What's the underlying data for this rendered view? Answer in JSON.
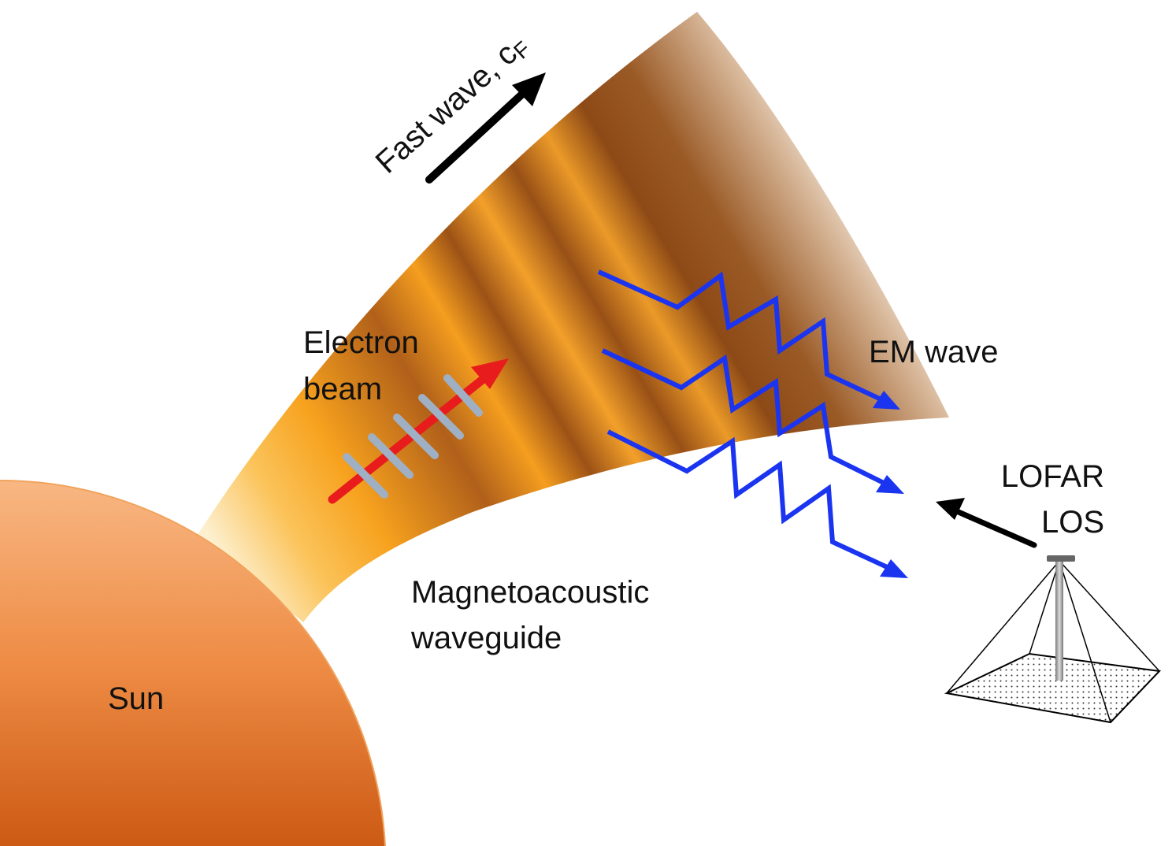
{
  "labels": {
    "fast_wave": "Fast wave, c",
    "fast_wave_sub": "F",
    "electron_beam_line1": "Electron",
    "electron_beam_line2": "beam",
    "em_wave": "EM wave",
    "lofar_line1": "LOFAR",
    "lofar_line2": "LOS",
    "waveguide_line1": "Magnetoacoustic",
    "waveguide_line2": "waveguide",
    "sun": "Sun"
  },
  "colors": {
    "sun_top": "#f6b07a",
    "sun_bottom": "#cf5e16",
    "waveguide_orange": "#f7a01c",
    "waveguide_brown": "#8a4a14",
    "em_wave": "#1a34f0",
    "beam": "#e81c1c"
  }
}
